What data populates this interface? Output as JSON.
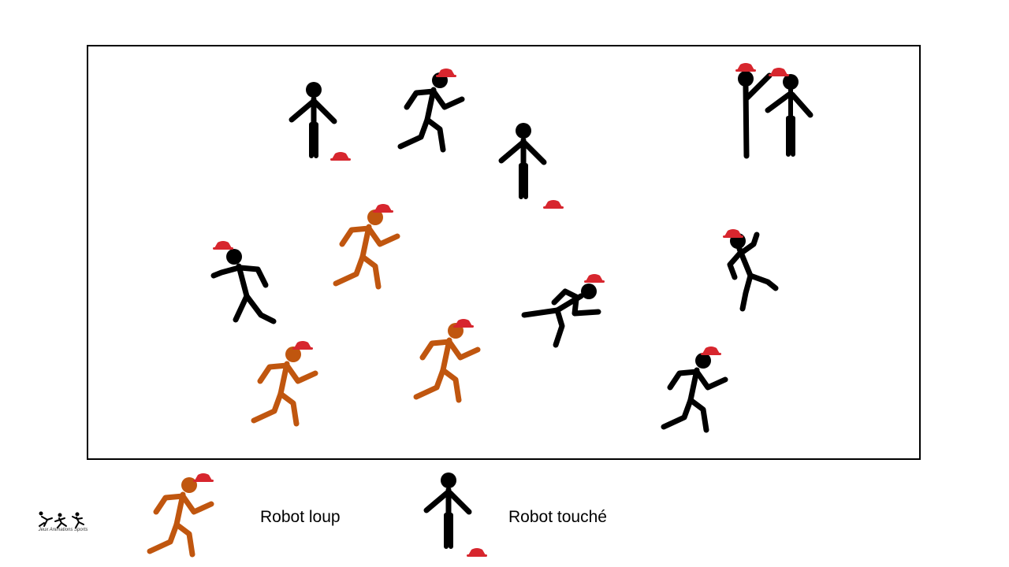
{
  "colors": {
    "wolf": "#c0560f",
    "touched": "#000000",
    "cone": "#d7262e",
    "border": "#000000"
  },
  "legend": {
    "wolf_label": "Robot loup",
    "touched_label": "Robot touché"
  },
  "logo": {
    "text": "Jeux Animations Sports",
    "icon": "running-figures-logo-icon"
  }
}
